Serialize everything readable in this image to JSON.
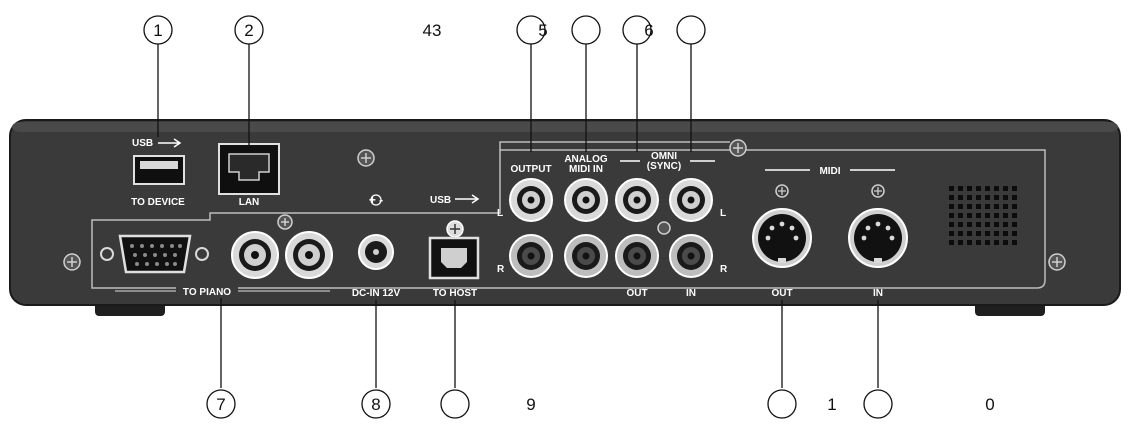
{
  "callouts": {
    "c1": "1",
    "c2": "2",
    "c5": "5",
    "c6": "6",
    "c7": "7",
    "c8": "8"
  },
  "floating": {
    "n43": "43",
    "n9": "9",
    "n1": "1",
    "n0": "0"
  },
  "panel": {
    "usb_top": "USB",
    "to_device": "TO DEVICE",
    "lan": "LAN",
    "power_symbol": "+ -",
    "usb_host_top": "USB",
    "to_host": "TO HOST",
    "dc_in": "DC-IN 12V",
    "to_piano": "TO PIANO",
    "output": "OUTPUT",
    "analog": "ANALOG",
    "midi_in_analog": "MIDI IN",
    "omni": "OMNI",
    "sync": "(SYNC)",
    "out_small": "OUT",
    "in_small": "IN",
    "L": "L",
    "R": "R",
    "midi": "MIDI",
    "midi_out": "OUT",
    "midi_in": "IN"
  },
  "colors": {
    "body": "#3a3a3a",
    "panel_line": "#bdbdbd",
    "label": "#ffffff",
    "jack_metal": "#d9d9d9"
  }
}
